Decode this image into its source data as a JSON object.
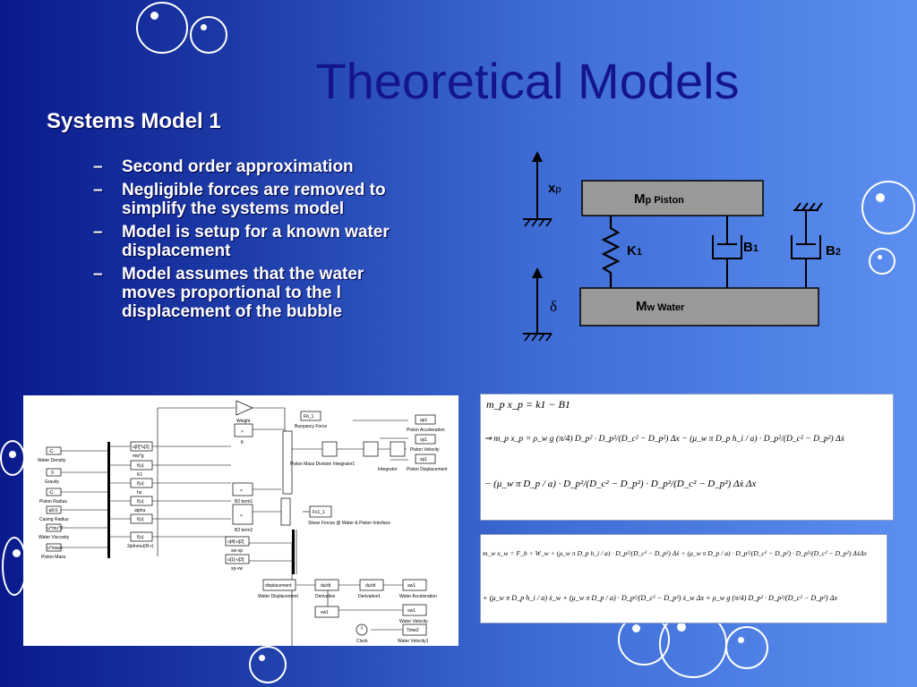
{
  "slide": {
    "title": "Theoretical Models",
    "subtitle": "Systems Model 1",
    "bullets": [
      {
        "marker": "–",
        "text": "Second order approximation"
      },
      {
        "marker": "–",
        "text": "Negligible forces are removed to simplify the systems model"
      },
      {
        "marker": "–",
        "text": "Model is setup for a known water displacement"
      },
      {
        "marker": "–",
        "text": "Model assumes that the water moves proportional to the l displacement of the bubble"
      }
    ],
    "colors": {
      "title": "#15158a",
      "text": "#ffffff",
      "bg_left": "#0a1a8c",
      "bg_right": "#5b8ff0"
    }
  },
  "diagram": {
    "x_label": "x",
    "x_sub": "p",
    "delta_label": "δ",
    "piston": {
      "mass": "M",
      "sub": "p Piston"
    },
    "water": {
      "mass": "M",
      "sub": "w Water"
    },
    "spring": {
      "label": "K",
      "sub": "1"
    },
    "damper1": {
      "label": "B",
      "sub": "1"
    },
    "damper2": {
      "label": "B",
      "sub": "2"
    }
  },
  "simulink": {
    "left_labels": [
      "Water Density",
      "Gravity",
      "Piston Radius",
      "Casing Radius",
      "Water Viscosity",
      "Piston Mass"
    ],
    "left_values": [
      "-C-",
      "9",
      "-C-",
      "-alt.0-",
      "u^mu^2",
      "u*mass"
    ],
    "fn_labels": [
      "u[0]*u[2]",
      "f(u)",
      "f(u)",
      "f(u)",
      "f(u)",
      "f(u)"
    ],
    "fn_captions": [
      "mw*g",
      "K1",
      "hs",
      "alpha",
      "2piInmu/(R-r)"
    ],
    "top_labels": [
      "Weight",
      "K"
    ],
    "mid_labels": [
      "Piston Mass Division",
      "Integrator1",
      "Integrator"
    ],
    "mult_labels": [
      "B2 term1",
      "B2 term2"
    ],
    "right_labels": [
      "Buoyancy Force",
      "Piston Acceleration",
      "Piston Velocity",
      "Piston Displacement",
      "Shear Forces @ Water & Piston Interface"
    ],
    "right_values": [
      "Fb_1",
      "ap1",
      "vp1",
      "xp1",
      "Fs1_1"
    ],
    "lower_labels": [
      "Water Displacement",
      "Derivative",
      "Derivative1",
      "Water Acceleration",
      "Water Velocity",
      "Clock",
      "Water Velocity1"
    ],
    "lower_values": [
      "displacement",
      "du/dt",
      "du/dt",
      "aw1",
      "vw1",
      "vw1",
      "Time2"
    ],
    "small_fns": [
      "u[4]-u[2]",
      "u[1]-u[3]",
      "xw-xp",
      "xp-vw"
    ]
  },
  "equations": {
    "eq1_line1": "m_p x_p = k1 − B1",
    "eq1_line2": "⇒ m_p x_p = ρ_w g (π/4) D_p² · D_p²/(D_c² − D_p²) Δx − (μ_w π D_p h_i / a) · D_p²/(D_c² − D_p²) Δẋ",
    "eq1_line3": "− (μ_w π D_p / a) · D_p²/(D_c² − D_p²) · D_p²/(D_c² − D_p²) Δẋ Δx",
    "eq2_line1": "m_w x_w = F_b + W_w + (μ_w π D_p h_i / a) · D_p²/(D_c² − D_p²) Δẋ + (μ_w π D_p / a) · D_p²/(D_c² − D_p²) · D_p²/(D_c² − D_p²) ΔẋΔx",
    "eq2_line2": "+ (μ_w π D_p h_i / a) ẋ_w + (μ_w π D_p / a) · D_p²/(D_c² − D_p²) ẋ_w Δx + ρ_w g (π/4) D_p² · D_p²/(D_c² − D_p²) Δx"
  }
}
